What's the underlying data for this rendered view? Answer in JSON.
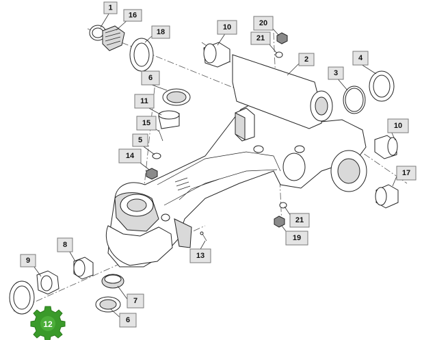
{
  "callouts": [
    {
      "id": "c1",
      "label": "1"
    },
    {
      "id": "c16",
      "label": "16"
    },
    {
      "id": "c18",
      "label": "18"
    },
    {
      "id": "c10a",
      "label": "10"
    },
    {
      "id": "c20",
      "label": "20"
    },
    {
      "id": "c21a",
      "label": "21"
    },
    {
      "id": "c2",
      "label": "2"
    },
    {
      "id": "c4",
      "label": "4"
    },
    {
      "id": "c3",
      "label": "3"
    },
    {
      "id": "c6a",
      "label": "6"
    },
    {
      "id": "c11",
      "label": "11"
    },
    {
      "id": "c15",
      "label": "15"
    },
    {
      "id": "c10b",
      "label": "10"
    },
    {
      "id": "c5",
      "label": "5"
    },
    {
      "id": "c14",
      "label": "14"
    },
    {
      "id": "c17",
      "label": "17"
    },
    {
      "id": "c21b",
      "label": "21"
    },
    {
      "id": "c19",
      "label": "19"
    },
    {
      "id": "c8",
      "label": "8"
    },
    {
      "id": "c9",
      "label": "9"
    },
    {
      "id": "c13",
      "label": "13"
    },
    {
      "id": "c7",
      "label": "7"
    },
    {
      "id": "c6b",
      "label": "6"
    }
  ],
  "highlight": {
    "label": "12",
    "color": "#3a9a2a"
  }
}
